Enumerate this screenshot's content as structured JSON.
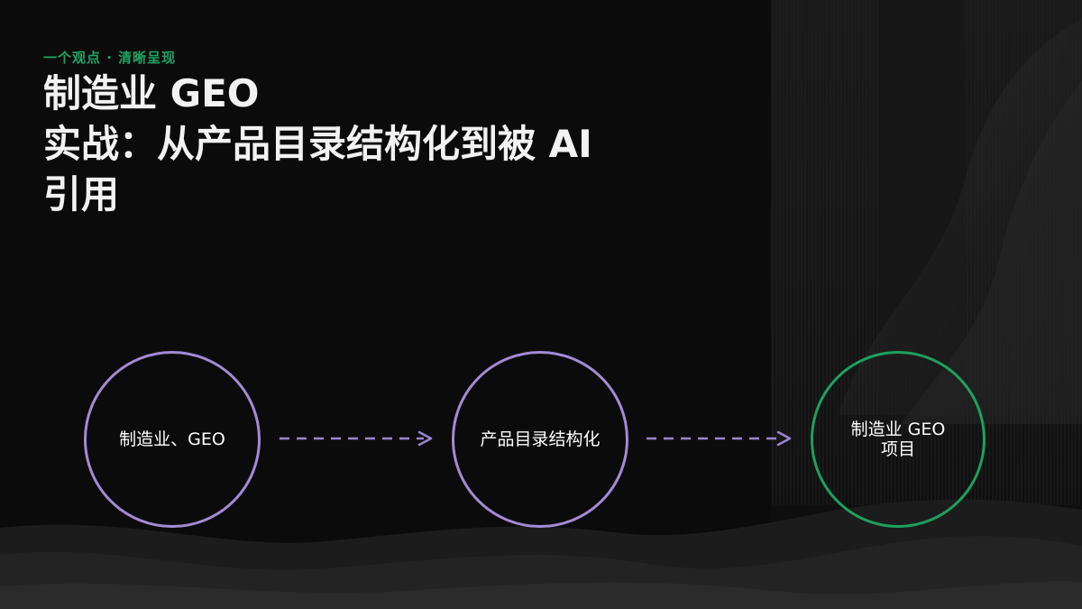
{
  "eyebrow": "一个观点 · 清晰呈现",
  "title_lines": [
    "制造业 GEO",
    "实战：从产品目录结构化到被 AI",
    "引用"
  ],
  "nodes": [
    {
      "label": "制造业、GEO",
      "color": "#a28bd6"
    },
    {
      "label": "产品目录结构化",
      "color": "#a28bd6"
    },
    {
      "label": "制造业 GEO\n项目",
      "color": "#1f9f5f"
    }
  ],
  "arrow_color": "#9a86d2"
}
